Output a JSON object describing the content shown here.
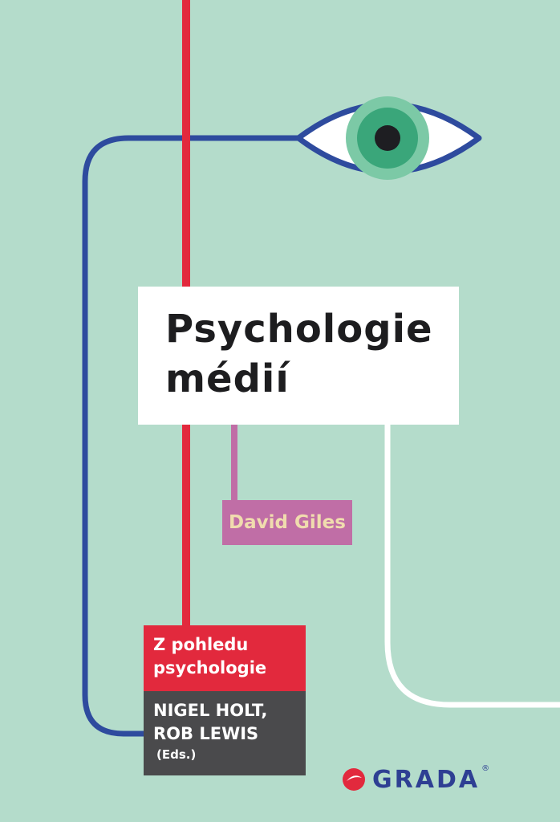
{
  "book": {
    "title_line1": "Psychologie",
    "title_line2": "médií",
    "author": "David Giles",
    "series_line1": "Z pohledu",
    "series_line2": "psychologie",
    "editors_line1": "NIGEL HOLT,",
    "editors_line2": "ROB LEWIS",
    "editors_suffix": "(Eds.)",
    "publisher": "GRADA",
    "publisher_mark": "®"
  },
  "colors": {
    "background": "#b4dccb",
    "red_line": "#e2293d",
    "blue_line": "#2e4b9e",
    "white_line": "#ffffff",
    "purple_line": "#c06ea6",
    "iris": "#3aa67a",
    "publisher": "#2e3f93"
  },
  "icons": {
    "eye": "eye-icon",
    "publisher_logo": "grada-logo-icon"
  }
}
